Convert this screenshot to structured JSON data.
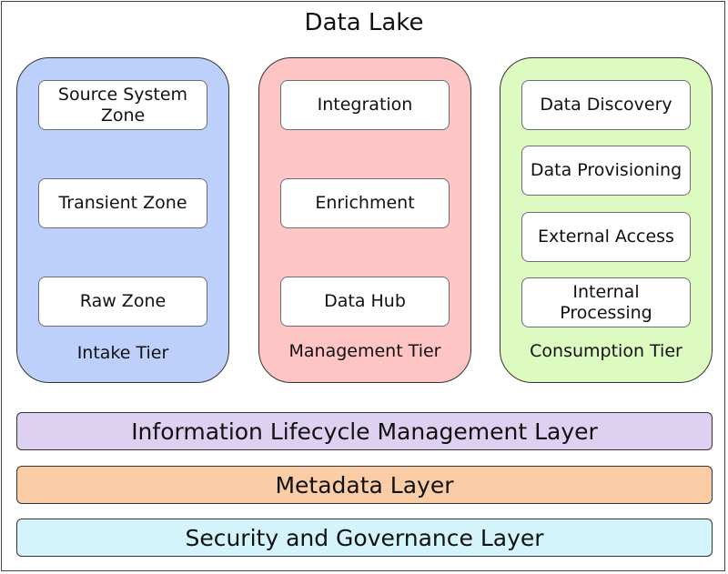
{
  "title": "Data Lake",
  "tiers": [
    {
      "label": "Intake Tier",
      "zones": [
        "Source System\nZone",
        "Transient Zone",
        "Raw Zone"
      ]
    },
    {
      "label": "Management Tier",
      "zones": [
        "Integration",
        "Enrichment",
        "Data Hub"
      ]
    },
    {
      "label": "Consumption Tier",
      "zones": [
        "Data Discovery",
        "Data Provisioning",
        "External Access",
        "Internal\nProcessing"
      ]
    }
  ],
  "layers": [
    "Information Lifecycle Management Layer",
    "Metadata Layer",
    "Security and Governance Layer"
  ],
  "colors": {
    "intake_tier": "#bcd0fb",
    "management_tier": "#ffc4c4",
    "consumption_tier": "#ddfbc0",
    "ilm_layer": "#ddd0f0",
    "metadata_layer": "#fbcda6",
    "security_layer": "#d3f4fb"
  }
}
